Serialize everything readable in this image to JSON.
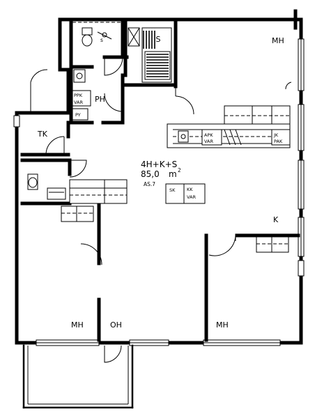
{
  "rooms": {
    "living_room_top": "MH",
    "bathroom": "PH",
    "closet": "TK",
    "kitchen": "K",
    "bedroom_left": "MH",
    "balcony": "OH",
    "bedroom_right": "MH",
    "sauna": "S"
  },
  "apartment": {
    "type": "4H+K+S",
    "area_value": "85,0",
    "area_unit": "m",
    "area_superscript": "2",
    "unit_number": "AS.7"
  },
  "fixtures": {
    "ppk_top": "PPK",
    "ppk_bottom": "VAR",
    "py": "PY",
    "apk_top": "APK",
    "apk_bottom": "VAR",
    "jk_top": "JK",
    "jk_bottom": "PAK",
    "sk": "SK",
    "kk_top": "KK",
    "kk_bottom": "VAR"
  }
}
